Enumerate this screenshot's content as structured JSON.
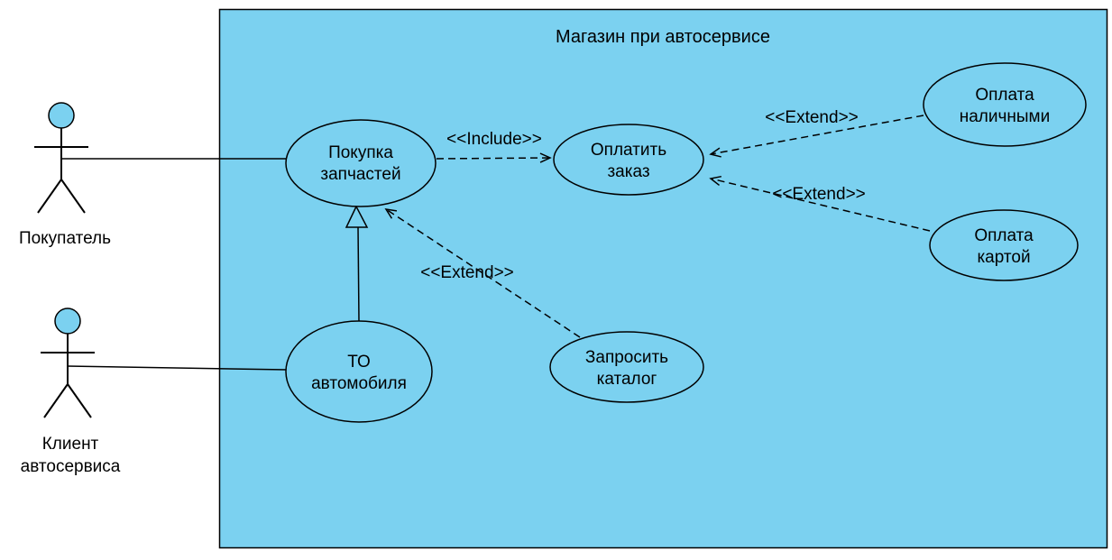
{
  "diagram": {
    "title": "Магазин при автосервисе",
    "actors": [
      {
        "id": "buyer",
        "lines": [
          "Покупатель"
        ]
      },
      {
        "id": "service-client",
        "lines": [
          "Клиент",
          "автосервиса"
        ]
      }
    ],
    "use_cases": [
      {
        "id": "purchase-parts",
        "lines": [
          "Покупка",
          "запчастей"
        ]
      },
      {
        "id": "pay-order",
        "lines": [
          "Оплатить",
          "заказ"
        ]
      },
      {
        "id": "pay-cash",
        "lines": [
          "Оплата",
          "наличными"
        ]
      },
      {
        "id": "pay-card",
        "lines": [
          "Оплата",
          "картой"
        ]
      },
      {
        "id": "car-maintenance",
        "lines": [
          "ТО",
          "автомобиля"
        ]
      },
      {
        "id": "request-catalog",
        "lines": [
          "Запросить",
          "каталог"
        ]
      }
    ],
    "relations": [
      {
        "id": "include-purchase-to-pay",
        "type": "include",
        "label": "<<Include>>"
      },
      {
        "id": "extend-cash-to-pay",
        "type": "extend",
        "label": "<<Extend>>"
      },
      {
        "id": "extend-card-to-pay",
        "type": "extend",
        "label": "<<Extend>>"
      },
      {
        "id": "extend-catalog-to-purchase",
        "type": "extend",
        "label": "<<Extend>>"
      },
      {
        "id": "generalization-maintenance-to-purchase",
        "type": "generalization",
        "label": ""
      }
    ],
    "colors": {
      "node_fill": "#7BD1F0",
      "stroke": "#000000",
      "background": "#FFFFFF"
    }
  }
}
